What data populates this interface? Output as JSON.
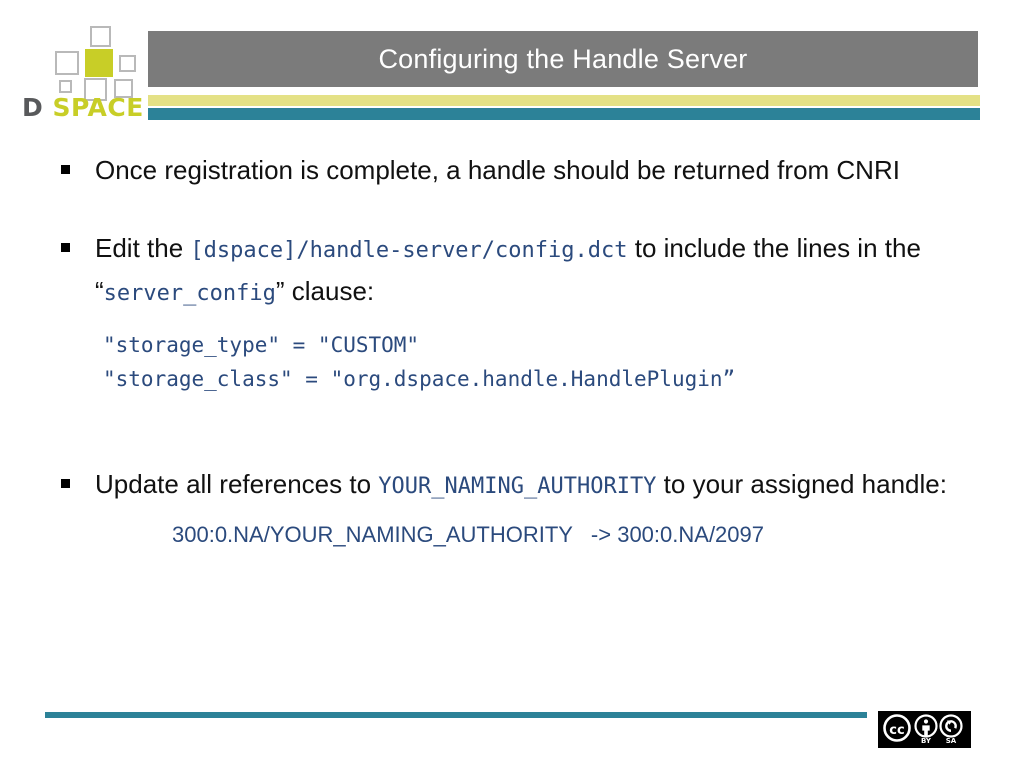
{
  "slide": {
    "title": "Configuring the Handle Server",
    "logo": {
      "wordmark_d": "D",
      "wordmark_space": "SPACE",
      "icon_name": "dspace-squares-logo"
    },
    "colors": {
      "title_bar": "#7b7b7b",
      "accent_khaki": "#e4e186",
      "accent_teal": "#2c8298",
      "logo_green": "#c8ce27",
      "code_blue": "#2b4a7d",
      "body_text": "#111111"
    },
    "bullets": [
      {
        "segments": [
          {
            "type": "text",
            "value": "Once registration is complete, a handle should be returned from CNRI"
          }
        ]
      },
      {
        "segments": [
          {
            "type": "text",
            "value": "Edit the "
          },
          {
            "type": "code",
            "value": "[dspace]/handle-server/config.dct"
          },
          {
            "type": "text",
            "value": " to include the lines in the “"
          },
          {
            "type": "code",
            "value": "server_config"
          },
          {
            "type": "text",
            "value": "” clause:"
          }
        ]
      },
      {
        "segments": [
          {
            "type": "text",
            "value": "Update all references to "
          },
          {
            "type": "code",
            "value": "YOUR_NAMING_AUTHORITY"
          },
          {
            "type": "text",
            "value": " to your assigned handle:"
          }
        ]
      }
    ],
    "bullet_1_text": "Once registration is complete, a handle should be returned from CNRI",
    "bullet_2_lead": "Edit the ",
    "bullet_2_code_1": "[dspace]/handle-server/config.dct",
    "bullet_2_mid": " to include the lines in the “",
    "bullet_2_code_2": "server_config",
    "bullet_2_tail": "” clause:",
    "bullet_3_lead": "Update all references to ",
    "bullet_3_code": "YOUR_NAMING_AUTHORITY",
    "bullet_3_tail": " to your assigned handle:",
    "code_lines": [
      "\"storage_type\" = \"CUSTOM\"",
      "\"storage_class\" = \"org.dspace.handle.HandlePlugin”"
    ],
    "code_line_1": "\"storage_type\" = \"CUSTOM\"",
    "code_line_2": "\"storage_class\" = \"org.dspace.handle.HandlePlugin”",
    "example_line": "300:0.NA/YOUR_NAMING_AUTHORITY   -> 300:0.NA/2097",
    "footer": {
      "license_badge": "cc-by-sa-icon",
      "license_cc": "CC",
      "license_by": "BY",
      "license_sa": "SA"
    }
  }
}
